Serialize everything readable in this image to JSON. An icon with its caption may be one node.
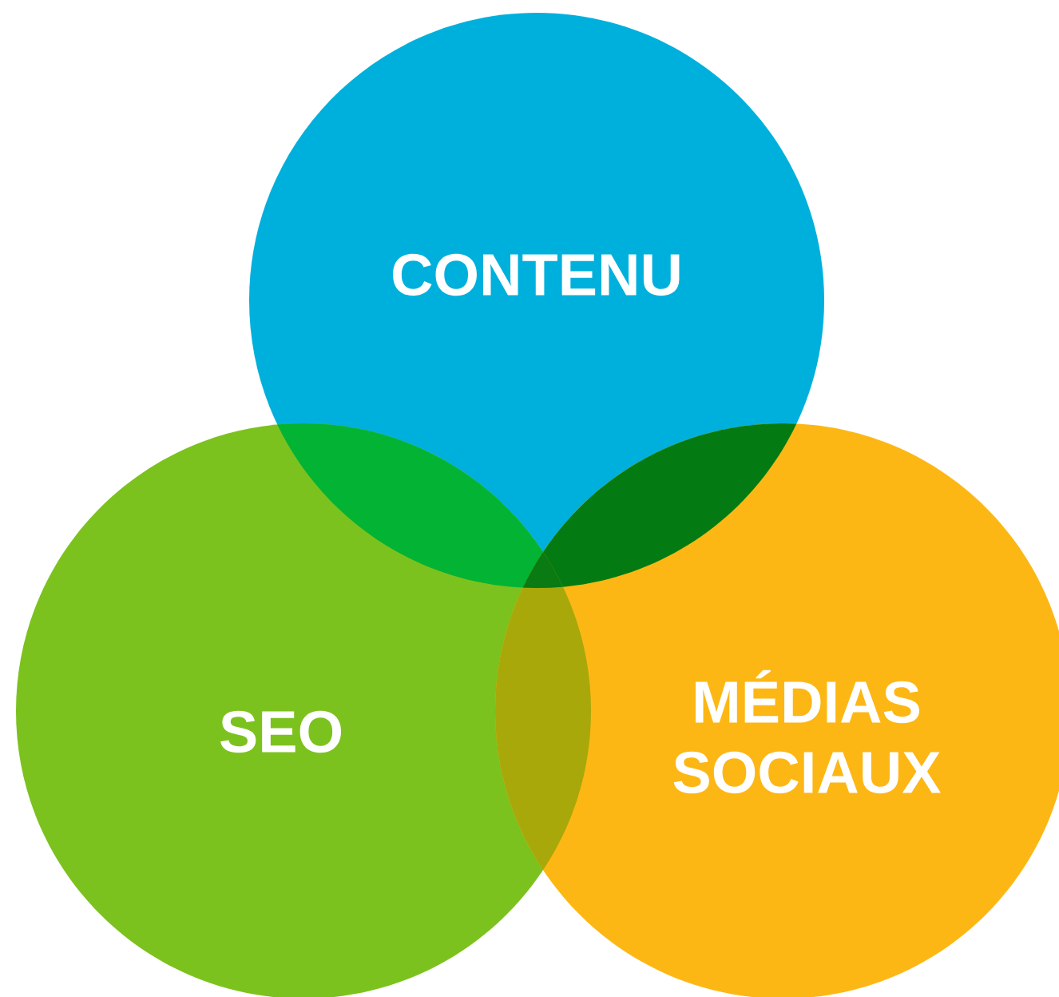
{
  "diagram": {
    "nodes": [
      {
        "text": [
          "CONTENU"
        ]
      },
      {
        "text": [
          "SEO"
        ]
      },
      {
        "text": [
          "MÉDIAS SOCIAUX"
        ]
      }
    ]
  }
}
